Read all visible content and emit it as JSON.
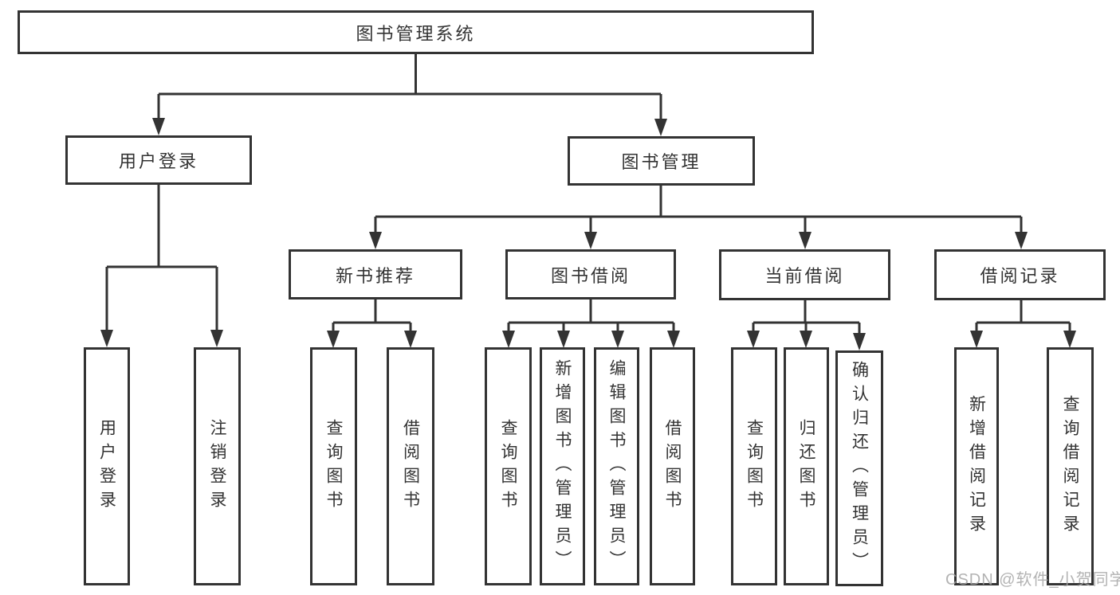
{
  "tree": {
    "label": "图书管理系统",
    "children": [
      {
        "label": "用户登录",
        "children": [
          {
            "label": "用户登录"
          },
          {
            "label": "注销登录"
          }
        ]
      },
      {
        "label": "图书管理",
        "children": [
          {
            "label": "新书推荐",
            "children": [
              {
                "label": "查询图书"
              },
              {
                "label": "借阅图书"
              }
            ]
          },
          {
            "label": "图书借阅",
            "children": [
              {
                "label": "查询图书"
              },
              {
                "label": "新增图书（管理员）"
              },
              {
                "label": "编辑图书（管理员）"
              },
              {
                "label": "借阅图书"
              }
            ]
          },
          {
            "label": "当前借阅",
            "children": [
              {
                "label": "查询图书"
              },
              {
                "label": "归还图书"
              },
              {
                "label": "确认归还（管理员）"
              }
            ]
          },
          {
            "label": "借阅记录",
            "children": [
              {
                "label": "新增借阅记录"
              },
              {
                "label": "查询借阅记录"
              }
            ]
          }
        ]
      }
    ]
  },
  "watermark": "CSDN @软件_小贺同学",
  "colors": {
    "line": "#333333",
    "text": "#333333",
    "background": "#ffffff",
    "watermark_text": "#a6a6a6"
  }
}
